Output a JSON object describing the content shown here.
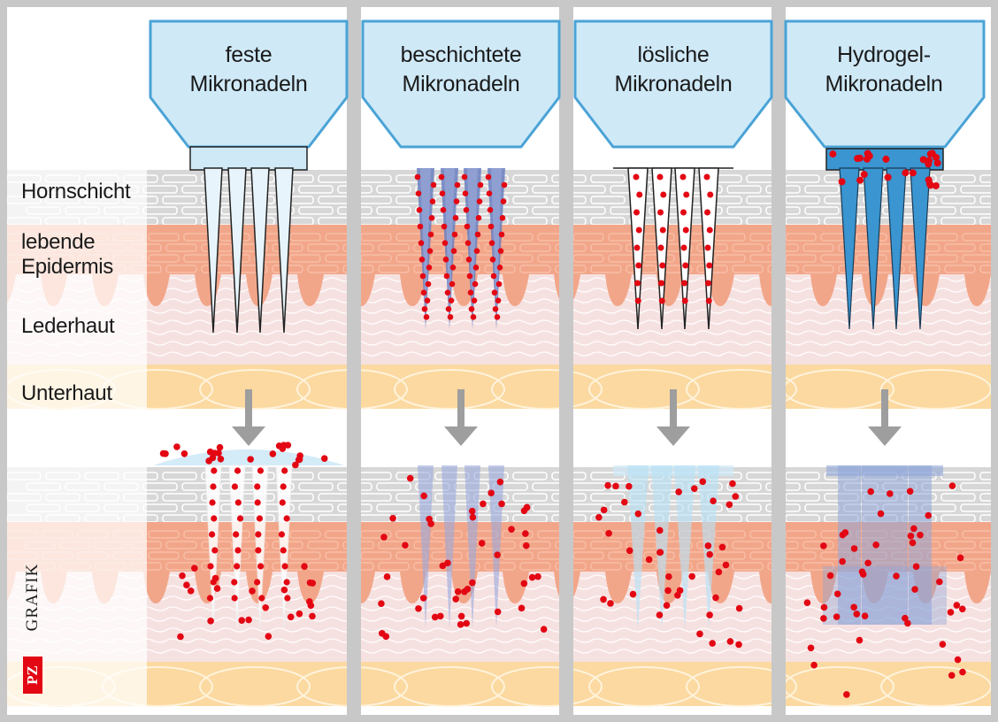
{
  "layers": {
    "hornschicht": "Hornschicht",
    "epidermis_line1": "lebende",
    "epidermis_line2": "Epidermis",
    "lederhaut": "Lederhaut",
    "unterhaut": "Unterhaut"
  },
  "columns": [
    {
      "line1": "feste",
      "line2": "Mikronadeln",
      "type": "solid"
    },
    {
      "line1": "beschichtete",
      "line2": "Mikronadeln",
      "type": "coated"
    },
    {
      "line1": "lösliche",
      "line2": "Mikronadeln",
      "type": "dissolving"
    },
    {
      "line1": "Hydrogel-",
      "line2": "Mikronadeln",
      "type": "hydrogel"
    }
  ],
  "logo": {
    "pz": "PZ",
    "grafik": "GRAFIK"
  },
  "colors": {
    "background": "#c8c8c8",
    "panel": "#ffffff",
    "head_fill": "#cfe9f7",
    "head_stroke": "#4aa3d6",
    "horn": "#d7d7d7",
    "epidermis": "#f2a689",
    "dermis": "#f6e1e1",
    "subcutis": "#fbd9a0",
    "drug_dot": "#e30613",
    "coating": "#6a7fc0",
    "hydrogel": "#3a95d0",
    "arrow": "#9e9e9e"
  }
}
